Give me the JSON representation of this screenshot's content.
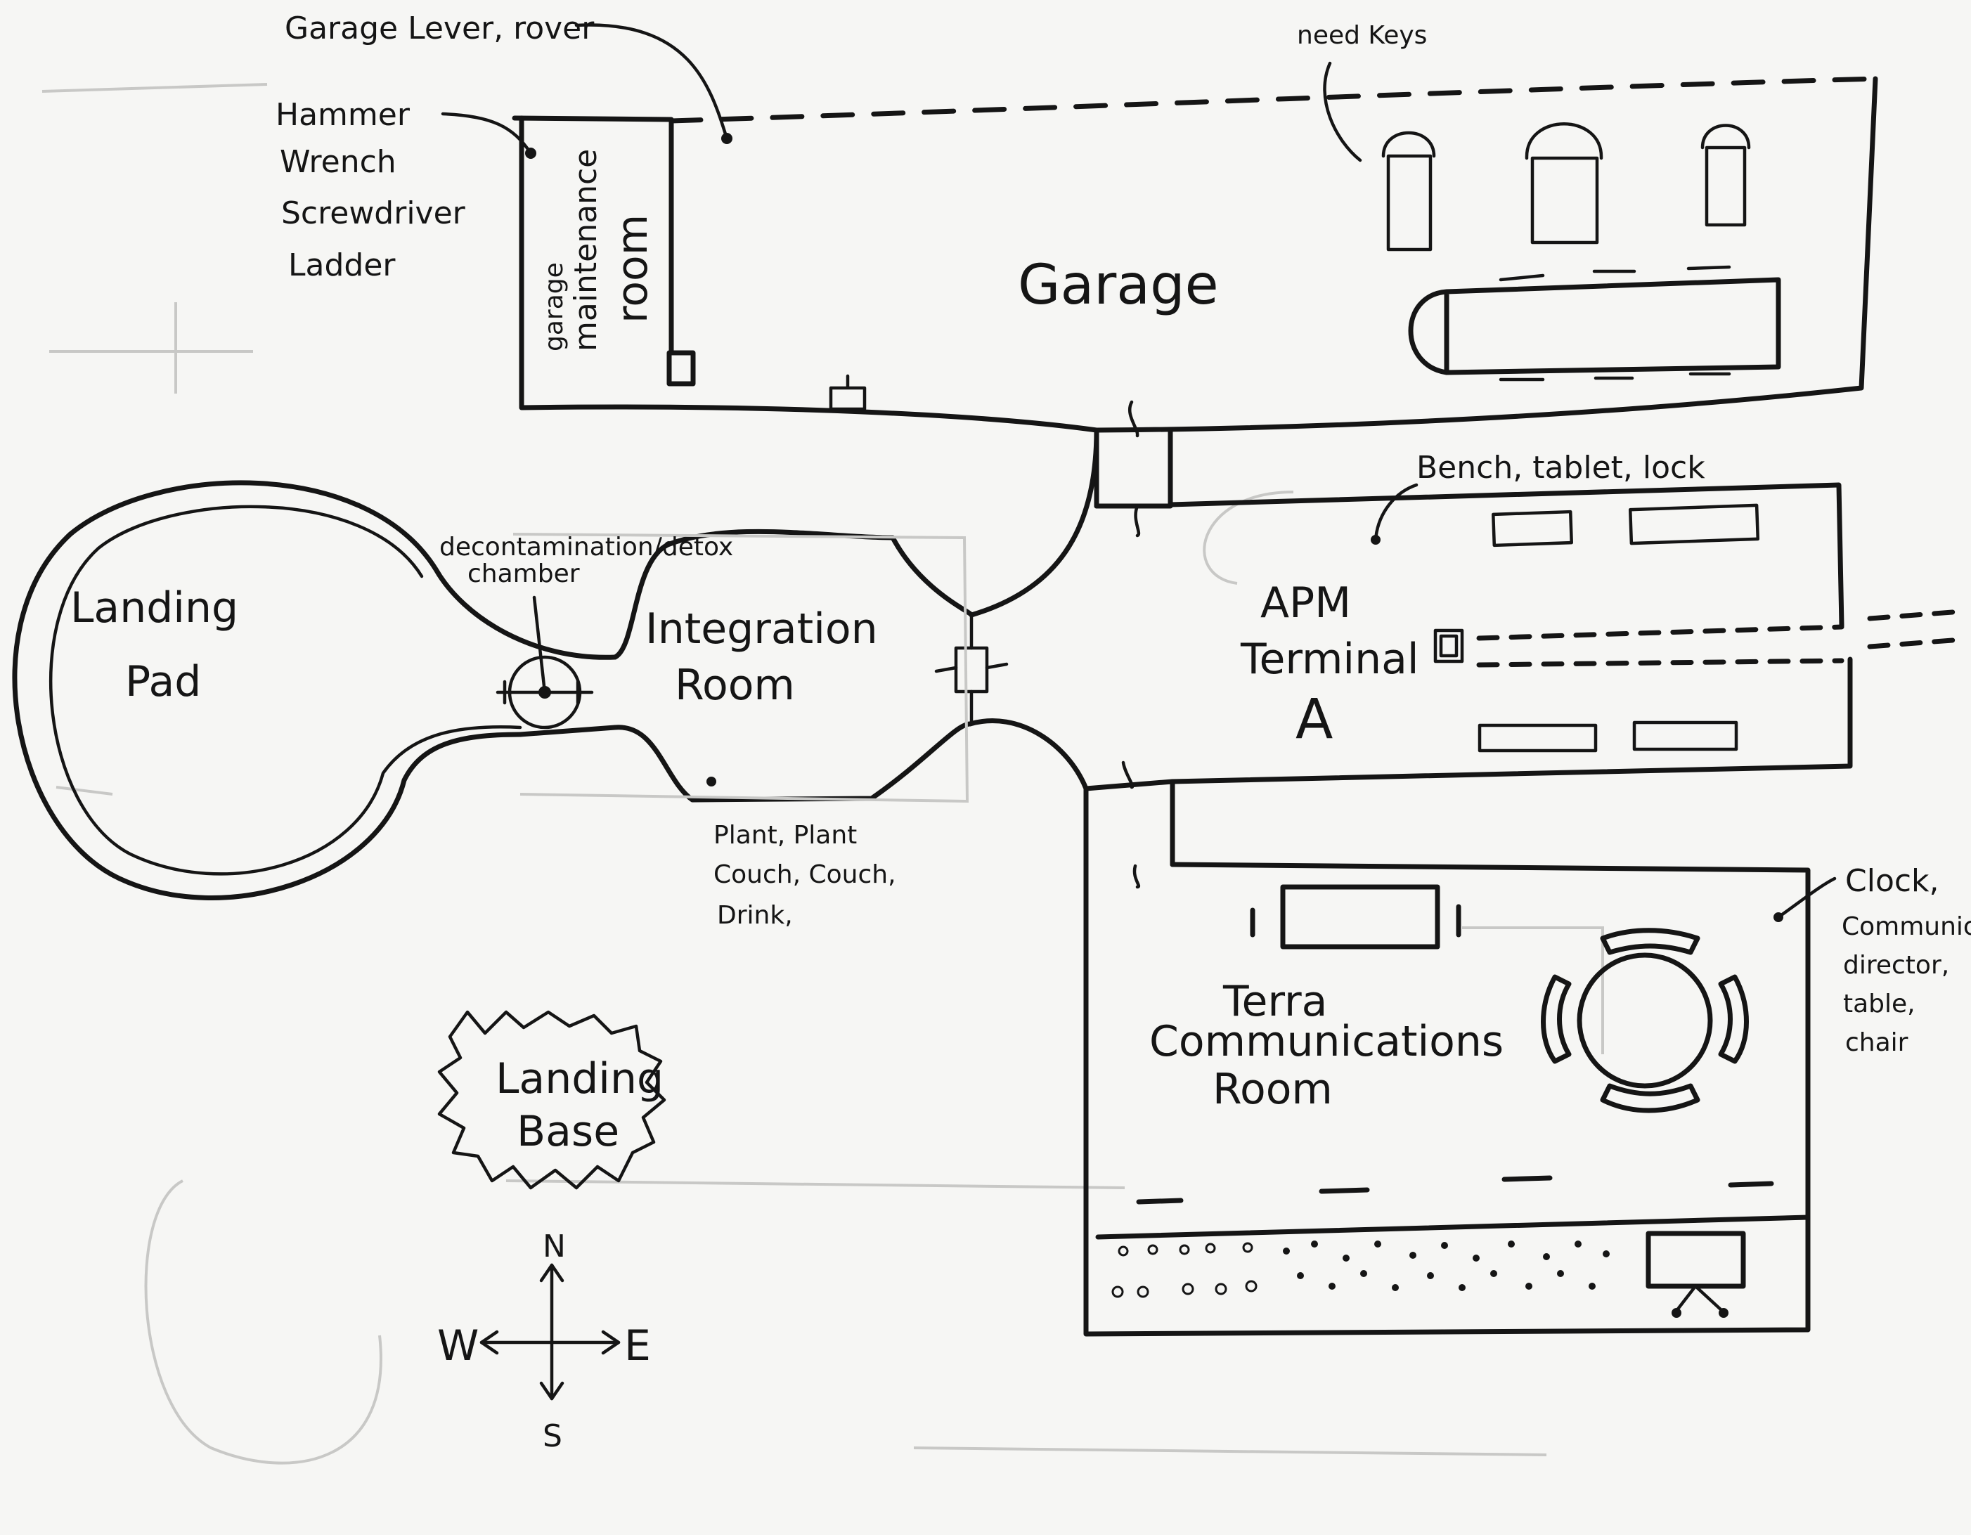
{
  "rooms": {
    "garage": "Garage",
    "garage_maintenance_room": [
      "garage",
      "maintenance",
      "room"
    ],
    "apm_terminal": [
      "APM",
      "Terminal",
      "A"
    ],
    "integration_room": [
      "Integration",
      "Room"
    ],
    "landing_pad": [
      "Landing",
      "Pad"
    ],
    "terra_communications_room": [
      "Terra",
      "Communications",
      "Room"
    ],
    "landing_base": [
      "Landing",
      "Base"
    ]
  },
  "notes": {
    "garage_lever": "Garage Lever, rover",
    "tools": [
      "Hammer",
      "Wrench",
      "Screwdriver",
      "Ladder"
    ],
    "need_keys": "need Keys",
    "apm_bench": "Bench, tablet, lock",
    "decontamination": [
      "decontamination/detox",
      "chamber"
    ],
    "integration_items": [
      "Plant, Plant",
      "Couch, Couch,",
      "Drink,"
    ],
    "terra_items": [
      "Clock,",
      "Communication",
      "director,",
      "table,",
      "chair"
    ]
  },
  "compass": {
    "n": "N",
    "s": "S",
    "e": "E",
    "w": "W"
  }
}
